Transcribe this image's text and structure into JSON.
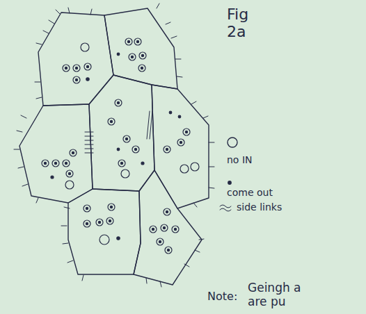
{
  "diagram": {
    "labels": [
      "Fig 2a",
      "Note:",
      "Geingh a are pu"
    ],
    "legend": [
      {
        "text": "no IN"
      },
      {
        "text": "come out"
      },
      {
        "text": "side links"
      }
    ]
  }
}
